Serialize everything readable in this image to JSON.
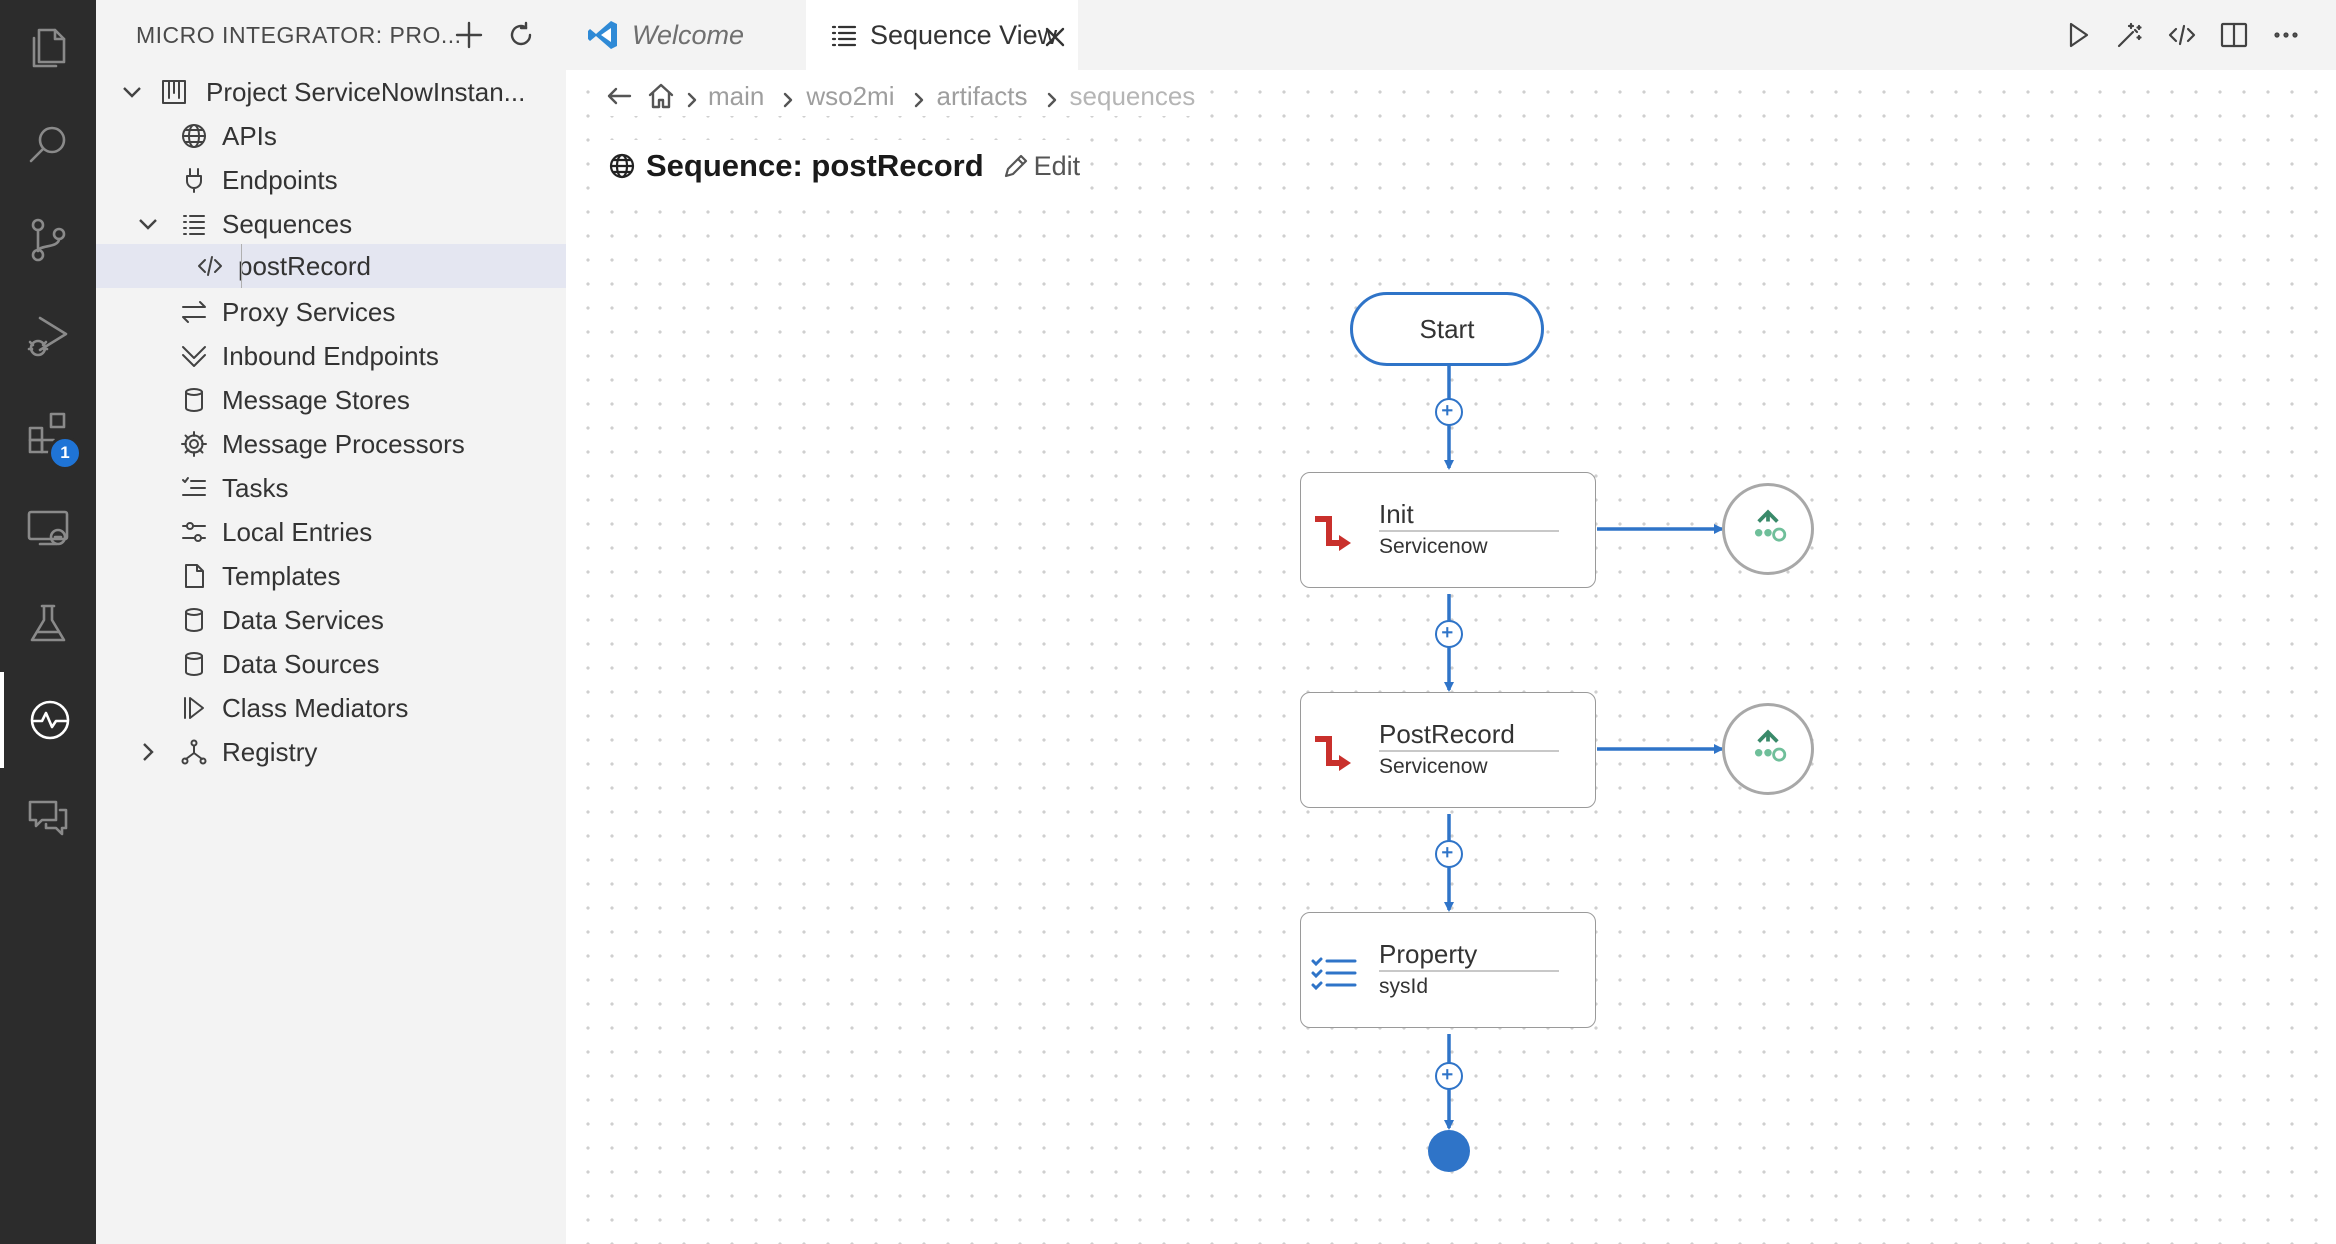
{
  "sidebar": {
    "title": "MICRO INTEGRATOR: PRO...",
    "project": "Project ServiceNowInstan...",
    "items": [
      {
        "label": "APIs",
        "icon": "globe-icon"
      },
      {
        "label": "Endpoints",
        "icon": "plug-icon"
      },
      {
        "label": "Sequences",
        "icon": "list-icon"
      },
      {
        "label": "postRecord",
        "icon": "code-icon"
      },
      {
        "label": "Proxy Services",
        "icon": "arrows-swap-icon"
      },
      {
        "label": "Inbound Endpoints",
        "icon": "inbound-icon"
      },
      {
        "label": "Message Stores",
        "icon": "database-icon"
      },
      {
        "label": "Message Processors",
        "icon": "gear-icon"
      },
      {
        "label": "Tasks",
        "icon": "checklist-icon"
      },
      {
        "label": "Local Entries",
        "icon": "sliders-icon"
      },
      {
        "label": "Templates",
        "icon": "file-icon"
      },
      {
        "label": "Data Services",
        "icon": "database-icon"
      },
      {
        "label": "Data Sources",
        "icon": "database-icon"
      },
      {
        "label": "Class Mediators",
        "icon": "mediator-icon"
      },
      {
        "label": "Registry",
        "icon": "registry-icon"
      }
    ]
  },
  "activity_bar": {
    "extensions_badge": "1"
  },
  "tabs": [
    {
      "label": "Welcome"
    },
    {
      "label": "Sequence View"
    }
  ],
  "breadcrumb": [
    "main",
    "wso2mi",
    "artifacts",
    "sequences"
  ],
  "page": {
    "title": "Sequence: postRecord",
    "edit_label": "Edit"
  },
  "diagram": {
    "start_label": "Start",
    "nodes": [
      {
        "title": "Init",
        "subtitle": "Servicenow"
      },
      {
        "title": "PostRecord",
        "subtitle": "Servicenow"
      },
      {
        "title": "Property",
        "subtitle": "sysId"
      }
    ]
  },
  "colors": {
    "accent": "#2f74c8",
    "connector_red": "#c9302c",
    "activity_bar_bg": "#2c2c2c",
    "sidebar_bg": "#f3f3f3",
    "selected_bg": "#e4e6f1"
  }
}
